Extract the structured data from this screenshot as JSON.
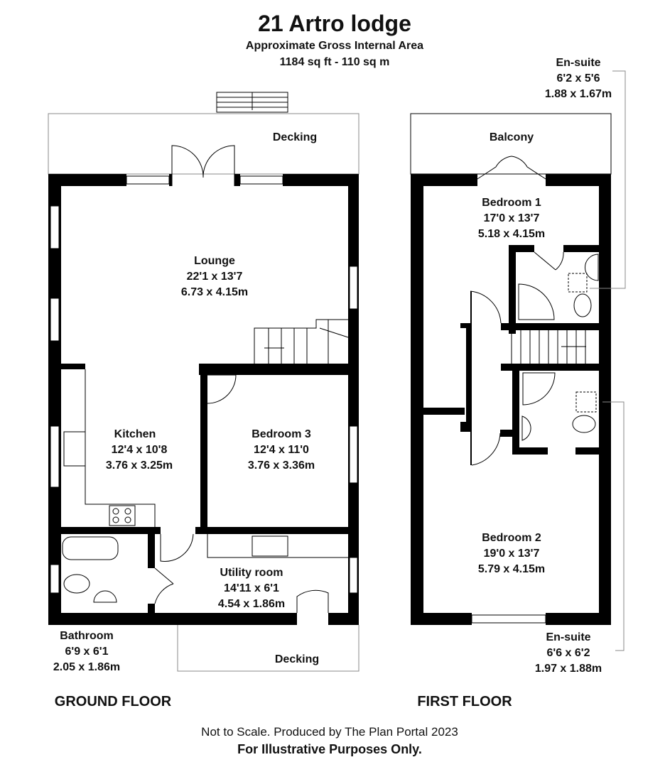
{
  "title": "21 Artro lodge",
  "subtitle": "Approximate Gross Internal Area",
  "area": "1184 sq ft - 110 sq m",
  "ground_floor": {
    "label": "GROUND FLOOR",
    "rooms": [
      {
        "name": "Lounge",
        "imperial": "22'1 x 13'7",
        "metric": "6.73 x 4.15m"
      },
      {
        "name": "Kitchen",
        "imperial": "12'4 x 10'8",
        "metric": "3.76 x 3.25m"
      },
      {
        "name": "Bedroom 3",
        "imperial": "12'4 x 11'0",
        "metric": "3.76 x 3.36m"
      },
      {
        "name": "Utility room",
        "imperial": "14'11 x 6'1",
        "metric": "4.54 x 1.86m"
      },
      {
        "name": "Bathroom",
        "imperial": "6'9 x 6'1",
        "metric": "2.05 x 1.86m"
      }
    ],
    "decking_top": "Decking",
    "decking_bottom": "Decking"
  },
  "first_floor": {
    "label": "FIRST FLOOR",
    "balcony": "Balcony",
    "rooms": [
      {
        "name": "Bedroom 1",
        "imperial": "17'0 x 13'7",
        "metric": "5.18 x 4.15m"
      },
      {
        "name": "Bedroom 2",
        "imperial": "19'0 x 13'7",
        "metric": "5.79 x 4.15m"
      },
      {
        "name": "En-suite",
        "imperial": "6'2 x 5'6",
        "metric": "1.88 x 1.67m"
      },
      {
        "name": "En-suite",
        "imperial": "6'6 x 6'2",
        "metric": "1.97 x 1.88m"
      }
    ]
  },
  "footer": {
    "line1": "Not to Scale. Produced by The Plan Portal 2023",
    "line2": "For Illustrative Purposes Only."
  }
}
